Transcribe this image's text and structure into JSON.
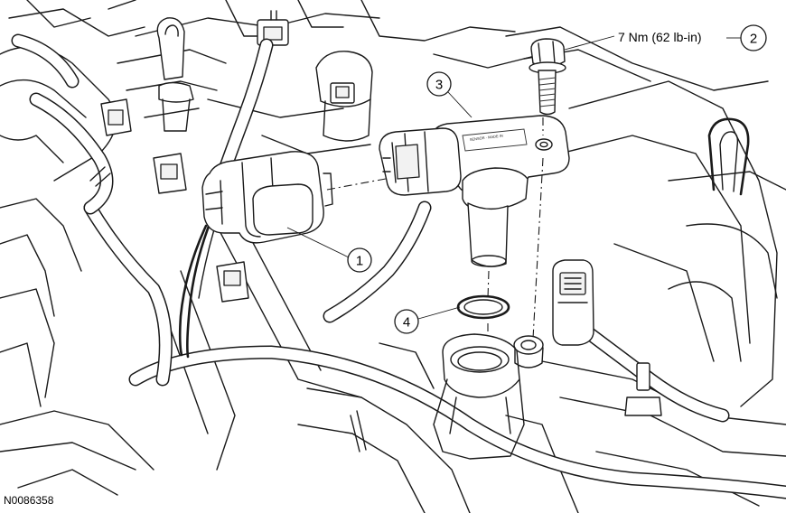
{
  "callouts": {
    "c1": "1",
    "c2": "2",
    "c3": "3",
    "c4": "4"
  },
  "torque_spec": "7 Nm (62 lb-in)",
  "figure_id": "N0086358"
}
